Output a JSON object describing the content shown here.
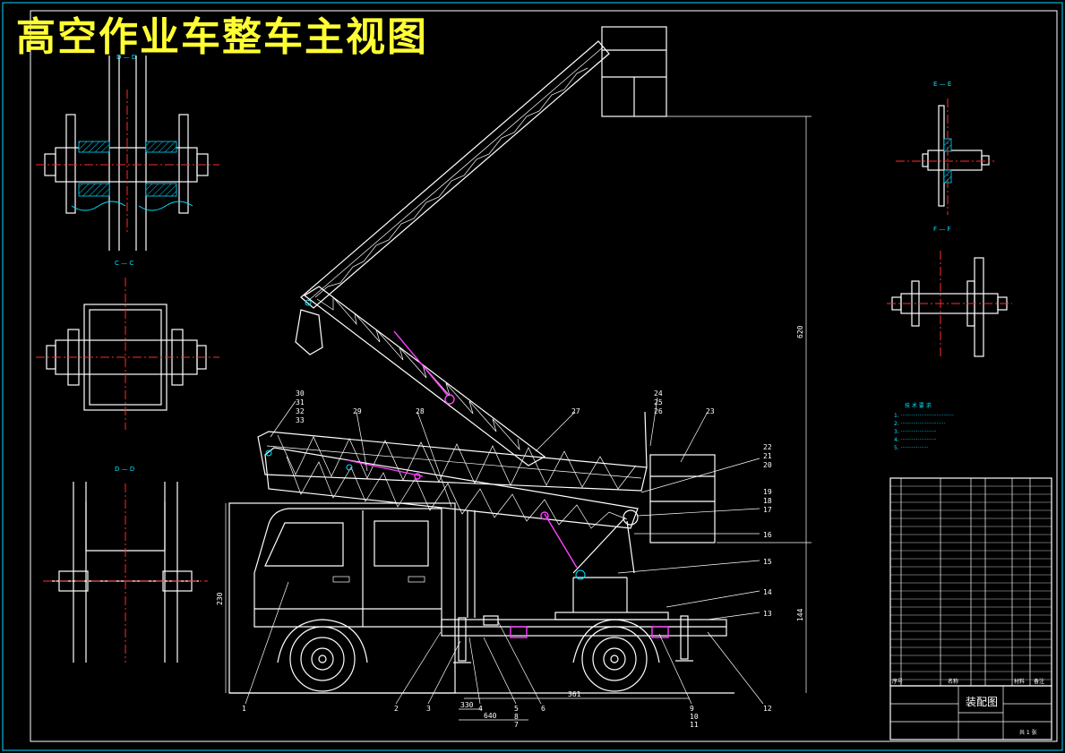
{
  "title": "高空作业车整车主视图",
  "section_labels": [
    "D — D",
    "C — C",
    "D — D",
    "E — E",
    "F — F"
  ],
  "balloons": [
    "1",
    "2",
    "3",
    "4",
    "5",
    "6",
    "7",
    "8",
    "9",
    "10",
    "11",
    "12",
    "13",
    "14",
    "15",
    "16",
    "17",
    "18",
    "19",
    "20",
    "21",
    "22",
    "23",
    "24",
    "25",
    "26",
    "27",
    "28",
    "29",
    "30",
    "31",
    "32",
    "33"
  ],
  "dimensions": {
    "vertical_total": "620",
    "cab_height": "230",
    "frame_height": "144",
    "wheelbase": "361",
    "front_overhang": "330",
    "overall": "640"
  },
  "title_block": {
    "drawing_name": "装配图",
    "label_no": "序号",
    "label_name": "名称",
    "label_material": "材料",
    "label_remark": "备注",
    "sheet": "共 1 张"
  },
  "colors": {
    "background": "#000000",
    "title": "#ffff33",
    "lines": "#ffffff",
    "centerlines": "#ff2a2a",
    "hidden": "#00e5ff",
    "cylinders": "#ff40ff"
  }
}
